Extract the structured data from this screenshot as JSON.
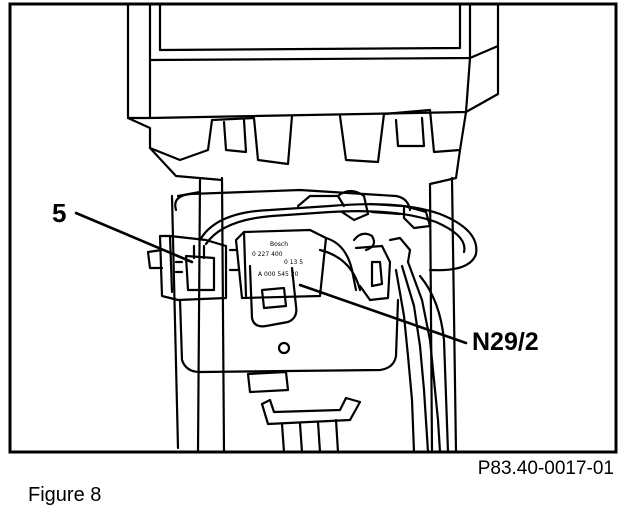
{
  "diagram": {
    "callouts": {
      "item_5": "5",
      "item_n29_2": "N29/2"
    },
    "component_marks": {
      "module_brand": "Bosch",
      "module_code": "0 227 400",
      "module_code_2": "0 13 5",
      "module_code_3": "A 000 545 20"
    },
    "reference_code": "P83.40-0017-01",
    "caption": "Figure 8"
  }
}
